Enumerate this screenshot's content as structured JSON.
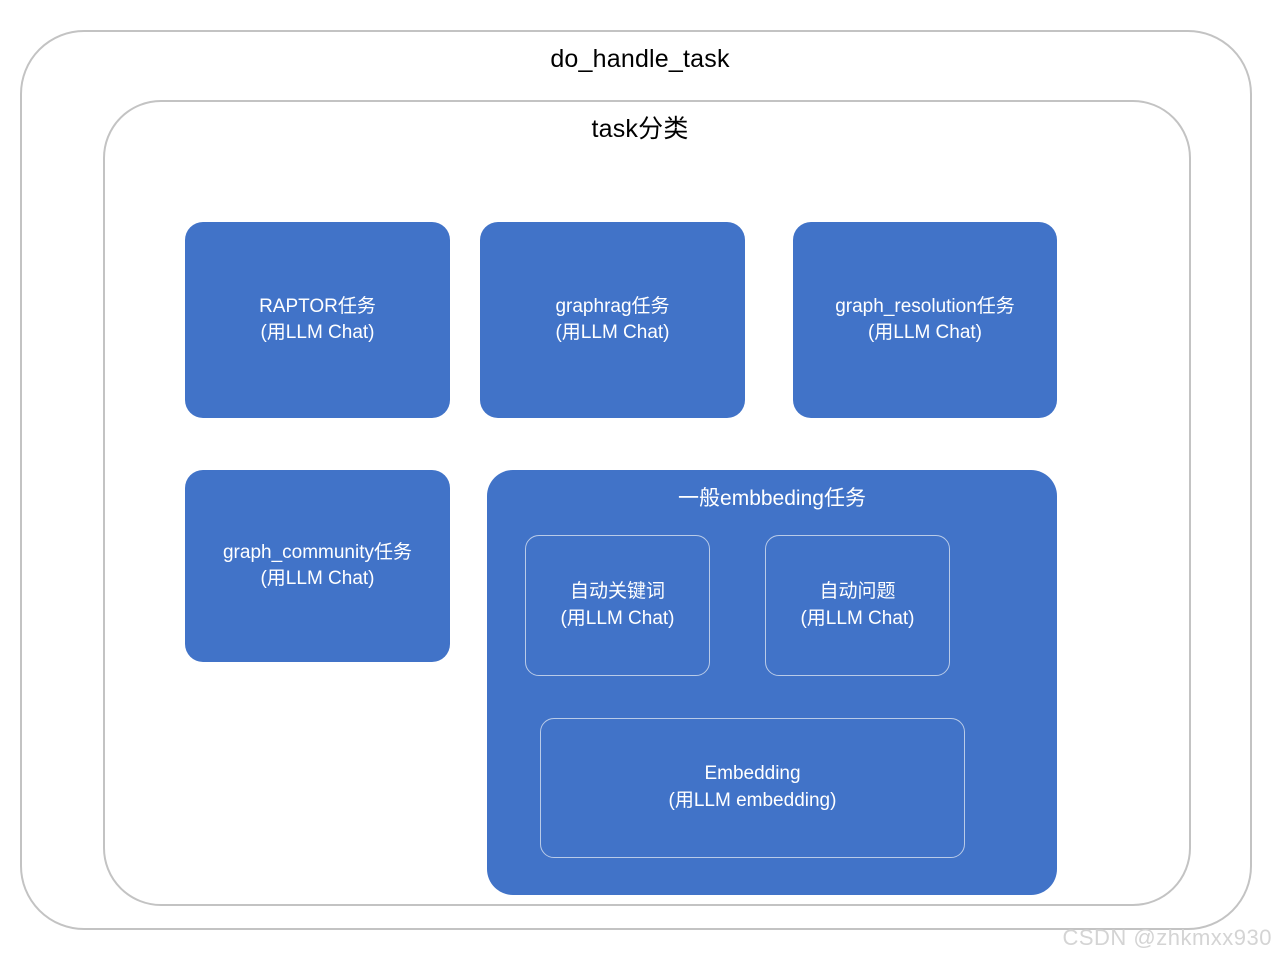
{
  "diagram": {
    "outer_frame": {
      "title": "do_handle_task"
    },
    "inner_frame": {
      "title": "task分类"
    },
    "colors": {
      "card_fill": "#4173C8",
      "frame_border": "#c3c3c3",
      "subcard_border": "#b9cbe8",
      "card_text": "#ffffff",
      "title_text": "#000000",
      "watermark": "#d4d4d4",
      "background": "#ffffff"
    },
    "cards": [
      {
        "id": "raptor",
        "line1": "RAPTOR任务",
        "line2": "(用LLM Chat)"
      },
      {
        "id": "graphrag",
        "line1": "graphrag任务",
        "line2": "(用LLM Chat)"
      },
      {
        "id": "graph_resolution",
        "line1": "graph_resolution任务",
        "line2": "(用LLM Chat)"
      },
      {
        "id": "graph_community",
        "line1": "graph_community任务",
        "line2": "(用LLM Chat)"
      }
    ],
    "embedding_group": {
      "title": "一般embbeding任务",
      "subcards": [
        {
          "id": "auto_keywords",
          "line1": "自动关键词",
          "line2": "(用LLM Chat)"
        },
        {
          "id": "auto_question",
          "line1": "自动问题",
          "line2": "(用LLM Chat)"
        },
        {
          "id": "embedding",
          "line1": "Embedding",
          "line2": "(用LLM embedding)"
        }
      ]
    },
    "watermark": "CSDN @zhkmxx930"
  }
}
